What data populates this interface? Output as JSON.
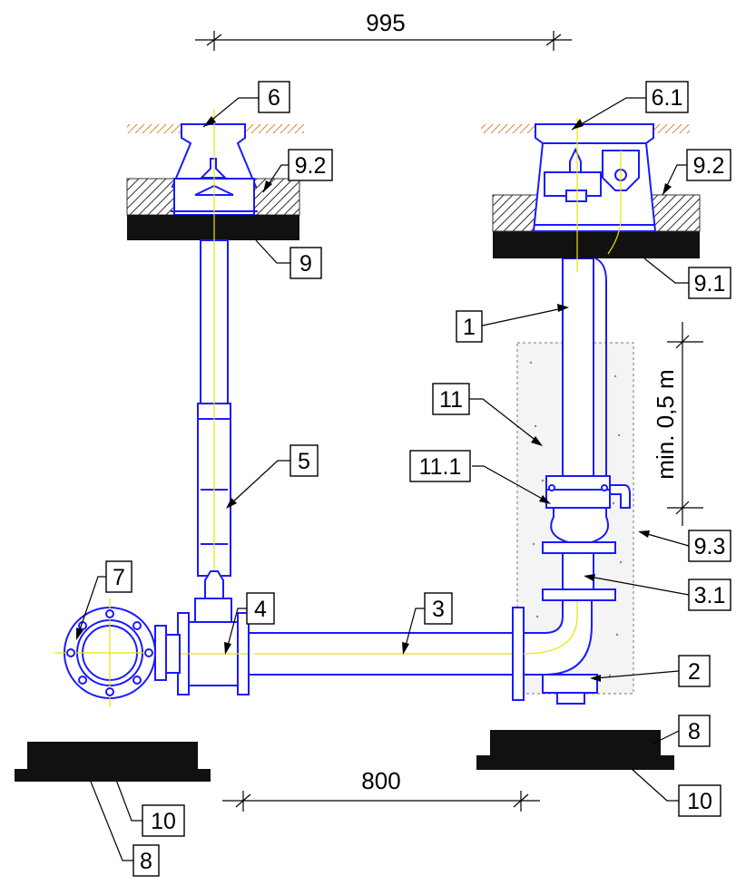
{
  "dimensions": {
    "top": "995",
    "bottom": "800",
    "right_vertical": "min. 0,5 m"
  },
  "labels": {
    "l1": "1",
    "l2": "2",
    "l3": "3",
    "l3_1": "3.1",
    "l4": "4",
    "l5": "5",
    "l6": "6",
    "l6_1": "6.1",
    "l7": "7",
    "l8_left": "8",
    "l8_right": "8",
    "l9": "9",
    "l9_1": "9.1",
    "l9_2_left": "9.2",
    "l9_2_right": "9.2",
    "l9_3": "9.3",
    "l10_left": "10",
    "l10_right": "10",
    "l11": "11",
    "l11_1": "11.1"
  },
  "colors": {
    "pipe": "#1a1aff",
    "axis": "#e6e600",
    "soil": "#d08a3a",
    "foundation": "#111111"
  }
}
